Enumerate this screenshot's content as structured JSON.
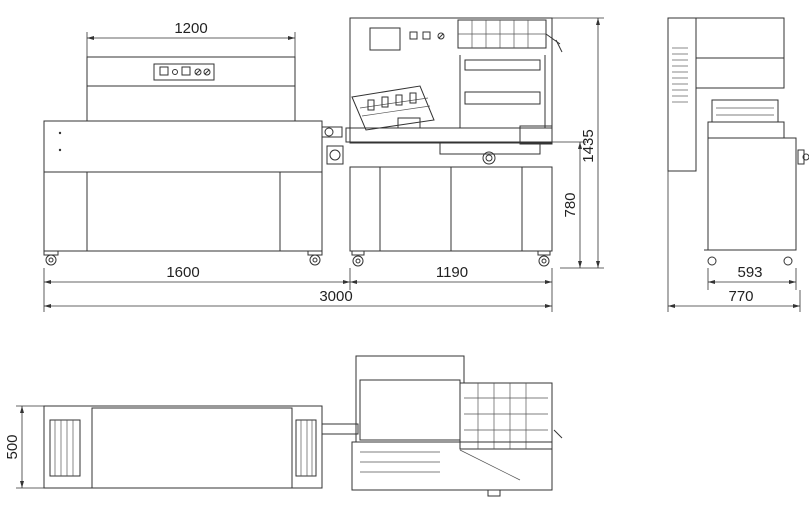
{
  "dimensions": {
    "front_heater_width": "1200",
    "front_tunnel_length": "1600",
    "front_sealer_length": "1190",
    "front_total_length": "3000",
    "sealer_total_height": "1435",
    "sealer_table_height": "780",
    "side_inner_width": "593",
    "side_total_width": "770",
    "top_view_width": "500"
  }
}
